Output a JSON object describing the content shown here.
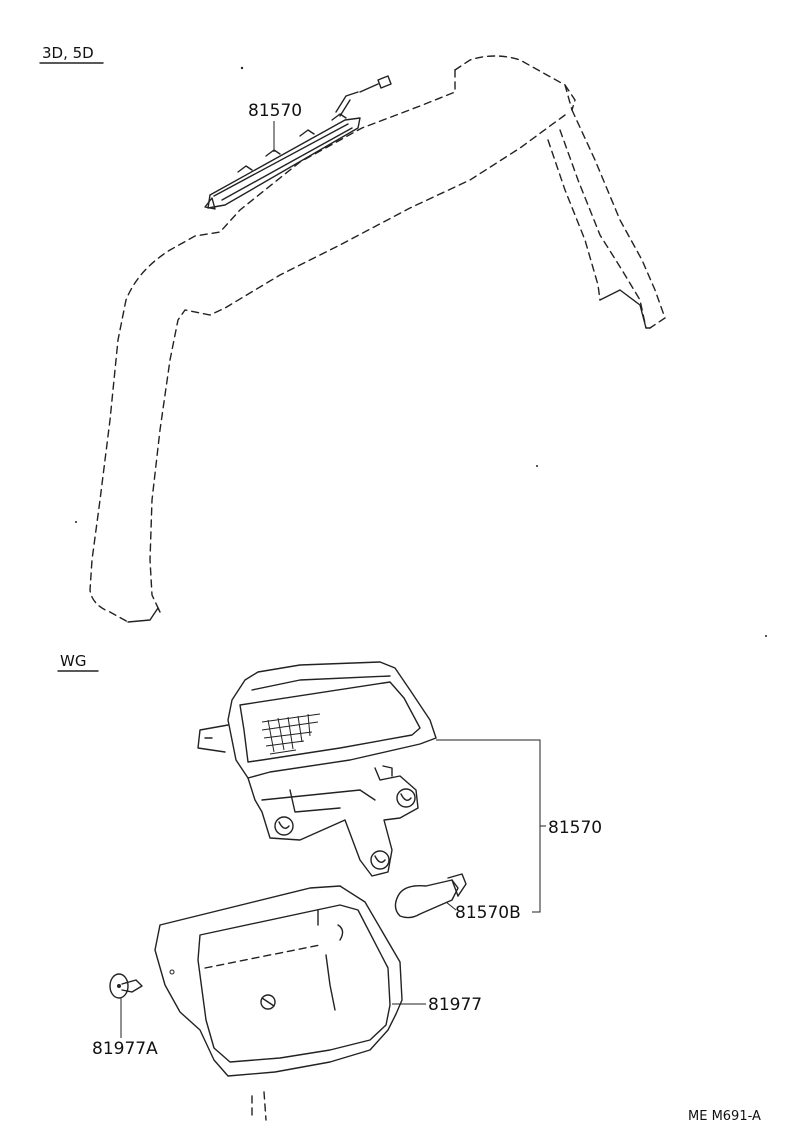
{
  "sections": {
    "top_label": "3D, 5D",
    "bottom_label": "WG"
  },
  "callouts": {
    "top_part": "81570",
    "wg_lamp": "81570",
    "bulb": "81570B",
    "cover": "81977",
    "clip": "81977A"
  },
  "reference": "ME M691-A"
}
